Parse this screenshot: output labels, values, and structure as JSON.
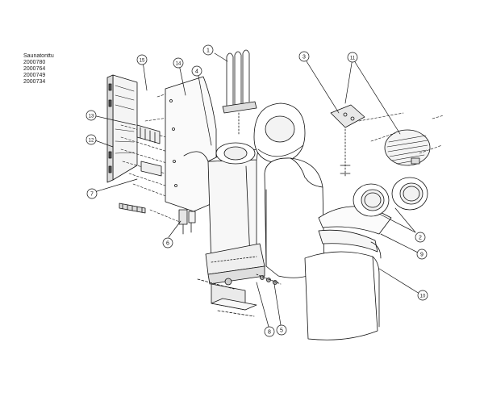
{
  "header": {
    "title": "Saunatonttu",
    "codes": [
      "2000780",
      "2000764",
      "2000749",
      "2000734"
    ]
  },
  "callouts": [
    "1",
    "2",
    "3",
    "4",
    "5",
    "6",
    "7",
    "8",
    "9",
    "10",
    "11",
    "12",
    "13",
    "14",
    "15"
  ],
  "colors": {
    "line": "#111111",
    "paper": "#ffffff",
    "shade": "#e9e9e9"
  }
}
